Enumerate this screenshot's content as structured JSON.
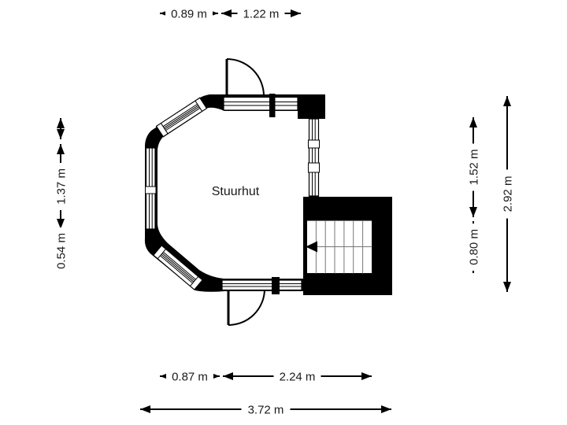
{
  "plan": {
    "room_label": "Stuurhut"
  },
  "colors": {
    "wall": "#000000",
    "background": "#ffffff",
    "stair_lines": "#777777",
    "text": "#1a1a1a"
  },
  "dimensions": {
    "top": [
      {
        "label": "0.89 m"
      },
      {
        "label": "1.22 m"
      }
    ],
    "left": [
      {
        "label": "1.37 m"
      },
      {
        "label": "0.54 m"
      }
    ],
    "right_inner": [
      {
        "label": "1.52 m"
      },
      {
        "label": "0.80 m"
      }
    ],
    "right_outer": [
      {
        "label": "2.92 m"
      }
    ],
    "bottom_inner": [
      {
        "label": "0.87 m"
      },
      {
        "label": "2.24 m"
      }
    ],
    "bottom_outer": [
      {
        "label": "3.72 m"
      }
    ]
  }
}
